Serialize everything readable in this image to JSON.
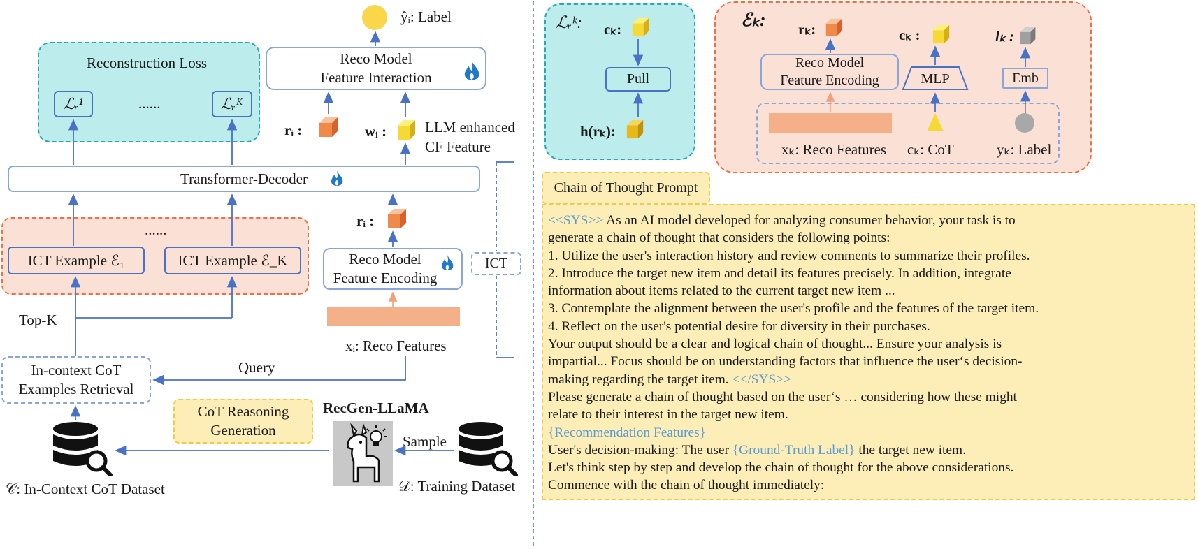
{
  "output": {
    "label": "ŷᵢ: Label",
    "model_line1": "Reco Model",
    "model_line2": "Feature Interaction"
  },
  "recon": {
    "title": "Reconstruction Loss",
    "l1": "ℒᵣ¹",
    "dots": "......",
    "lk": "ℒᵣᴷ"
  },
  "features": {
    "ri": "rᵢ :",
    "wi": "wᵢ :",
    "llm_line1": "LLM enhanced",
    "llm_line2": "CF Feature",
    "ri2": "rᵢ :"
  },
  "decoder": {
    "label": "Transformer-Decoder"
  },
  "ict_group": {
    "dots": "......",
    "ex1": "ICT Example ℰ₁",
    "exk": "ICT Example ℰ_K"
  },
  "encoder": {
    "line1": "Reco Model",
    "line2": "Feature Encoding",
    "features_label": "xᵢ: Reco Features"
  },
  "ict_tag": "ICT",
  "retrieval": {
    "topk": "Top-K",
    "query": "Query",
    "line1": "In-context CoT",
    "line2": "Examples Retrieval"
  },
  "cot_gen": {
    "line1": "CoT Reasoning",
    "line2": "Generation"
  },
  "llama": {
    "title": "RecGen-LLaMA",
    "sample": "Sample"
  },
  "datasets": {
    "c_label": "𝒞: In-Context CoT Dataset",
    "d_label": "𝒟: Training Dataset"
  },
  "lrk": {
    "title": "ℒᵣᵏ:",
    "ck": "cₖ:",
    "pull": "Pull",
    "hrk": "h(rₖ):"
  },
  "ek": {
    "title": "ℰₖ:",
    "rk": "rₖ:",
    "ck": "cₖ :",
    "lk": "lₖ :",
    "model_line1": "Reco Model",
    "model_line2": "Feature Encoding",
    "mlp": "MLP",
    "emb": "Emb",
    "xk": "xₖ: Reco Features",
    "cot": "cₖ: CoT",
    "yk": "yₖ: Label"
  },
  "prompt": {
    "title": "Chain of Thought Prompt",
    "sys_open": "<<SYS>>",
    "sys_close": "<</SYS>>",
    "line1": " As an AI model developed for analyzing consumer behavior, your task is to",
    "line2": "generate a chain of thought that considers the following points:",
    "line3": "1. Utilize the user's interaction history and review comments to summarize their profiles.",
    "line4": "2. Introduce the target new item and detail its features precisely. In addition, integrate",
    "line5": "information about items related to the current target new item ...",
    "line6": "3. Contemplate the alignment between the user's profile and the features of the target item.",
    "line7": "4. Reflect on the user's potential desire for diversity in their purchases.",
    "line8": "Your output should be a clear and logical chain of thought... Ensure your analysis is",
    "line9": "impartial... Focus should be on understanding factors that influence the user‘s decision-",
    "line10": "making regarding the target item. ",
    "line11": "Please generate a chain of thought based on the user‘s … considering how these might",
    "line12": "relate to their interest in the target new item.",
    "rec_features": "{Recommendation Features}",
    "line13a": "User's decision-making: The user ",
    "gt_label": "{Ground-Truth Label}",
    "line13b": " the target new item.",
    "line14": "Let's think step by step and develop the chain of thought for the above considerations.",
    "line15": "Commence with the chain of thought immediately:"
  },
  "colors": {
    "teal": "#bdecec",
    "teal_border": "#2aa7b5",
    "salmon": "#fbe0d6",
    "salmon_border": "#e8734a",
    "blue": "#4a72c4",
    "prompt_bg": "#fdeeb7",
    "prompt_border": "#f0c94e",
    "accent_blue": "#5b9bd5"
  }
}
